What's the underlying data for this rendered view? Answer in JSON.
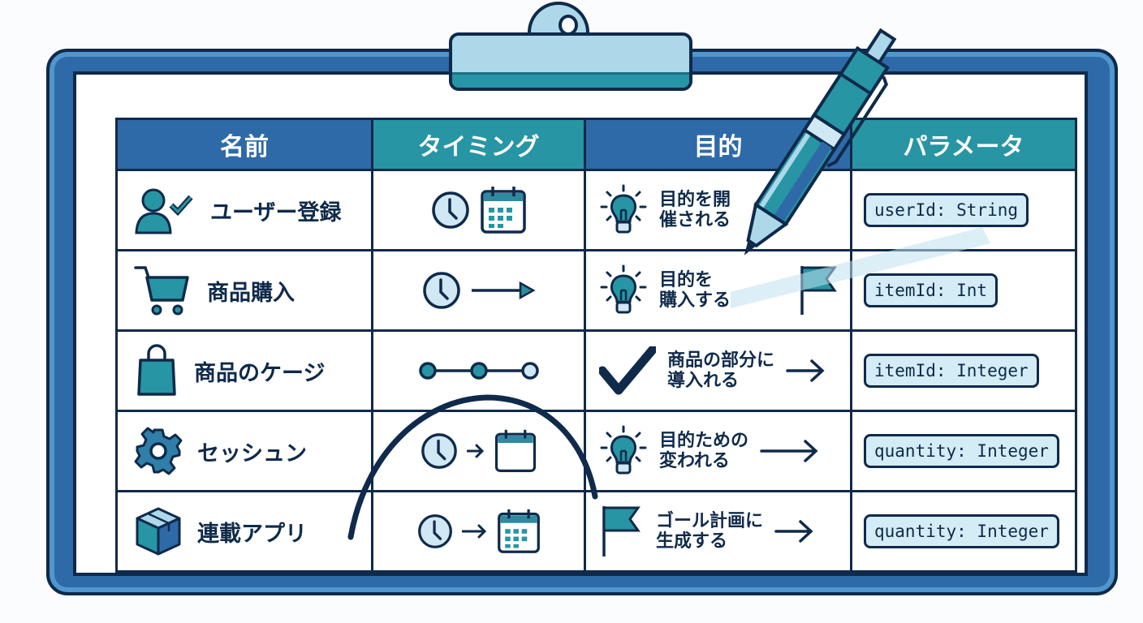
{
  "table": {
    "headers": [
      {
        "label": "名前",
        "color": "#2f6aa8"
      },
      {
        "label": "タイミング",
        "color": "#2795a3"
      },
      {
        "label": "目的",
        "color": "#2f6aa8"
      },
      {
        "label": "パラメータ",
        "color": "#2795a3"
      }
    ],
    "rows": [
      {
        "name": "ユーザー登録",
        "name_icon": "user-check-icon",
        "timing": "clock-and-calendar",
        "purpose_line1": "目的を開",
        "purpose_line2": "催される",
        "purpose_icon": "lightbulb-icon",
        "param": "userId: String"
      },
      {
        "name": "商品購入",
        "name_icon": "shopping-cart-icon",
        "timing": "clock-arrow",
        "purpose_line1": "目的を",
        "purpose_line2": "購入する",
        "purpose_icon": "lightbulb-icon",
        "param": "itemId: Int"
      },
      {
        "name": "商品のケージ",
        "name_icon": "shopping-bag-icon",
        "timing": "three-step-dots",
        "purpose_line1": "商品の部分に",
        "purpose_line2": "導入れる",
        "purpose_icon": "checkmark-icon",
        "param": "itemId: Integer"
      },
      {
        "name": "セッシュン",
        "name_icon": "gear-icon",
        "timing": "clock-to-calendar",
        "purpose_line1": "目的ための",
        "purpose_line2": "変われる",
        "purpose_icon": "lightbulb-icon",
        "param": "quantity: Integer"
      },
      {
        "name": "連載アプリ",
        "name_icon": "box-icon",
        "timing": "clock-to-calendar",
        "purpose_line1": "ゴール計画に",
        "purpose_line2": "生成する",
        "purpose_icon": "flag-icon",
        "param": "quantity: Integer"
      }
    ]
  },
  "colors": {
    "navy": "#0f2a4a",
    "blue": "#2f6aa8",
    "teal": "#2795a3",
    "light_blue": "#acd8ea",
    "chip_bg": "#d3ecf6"
  }
}
